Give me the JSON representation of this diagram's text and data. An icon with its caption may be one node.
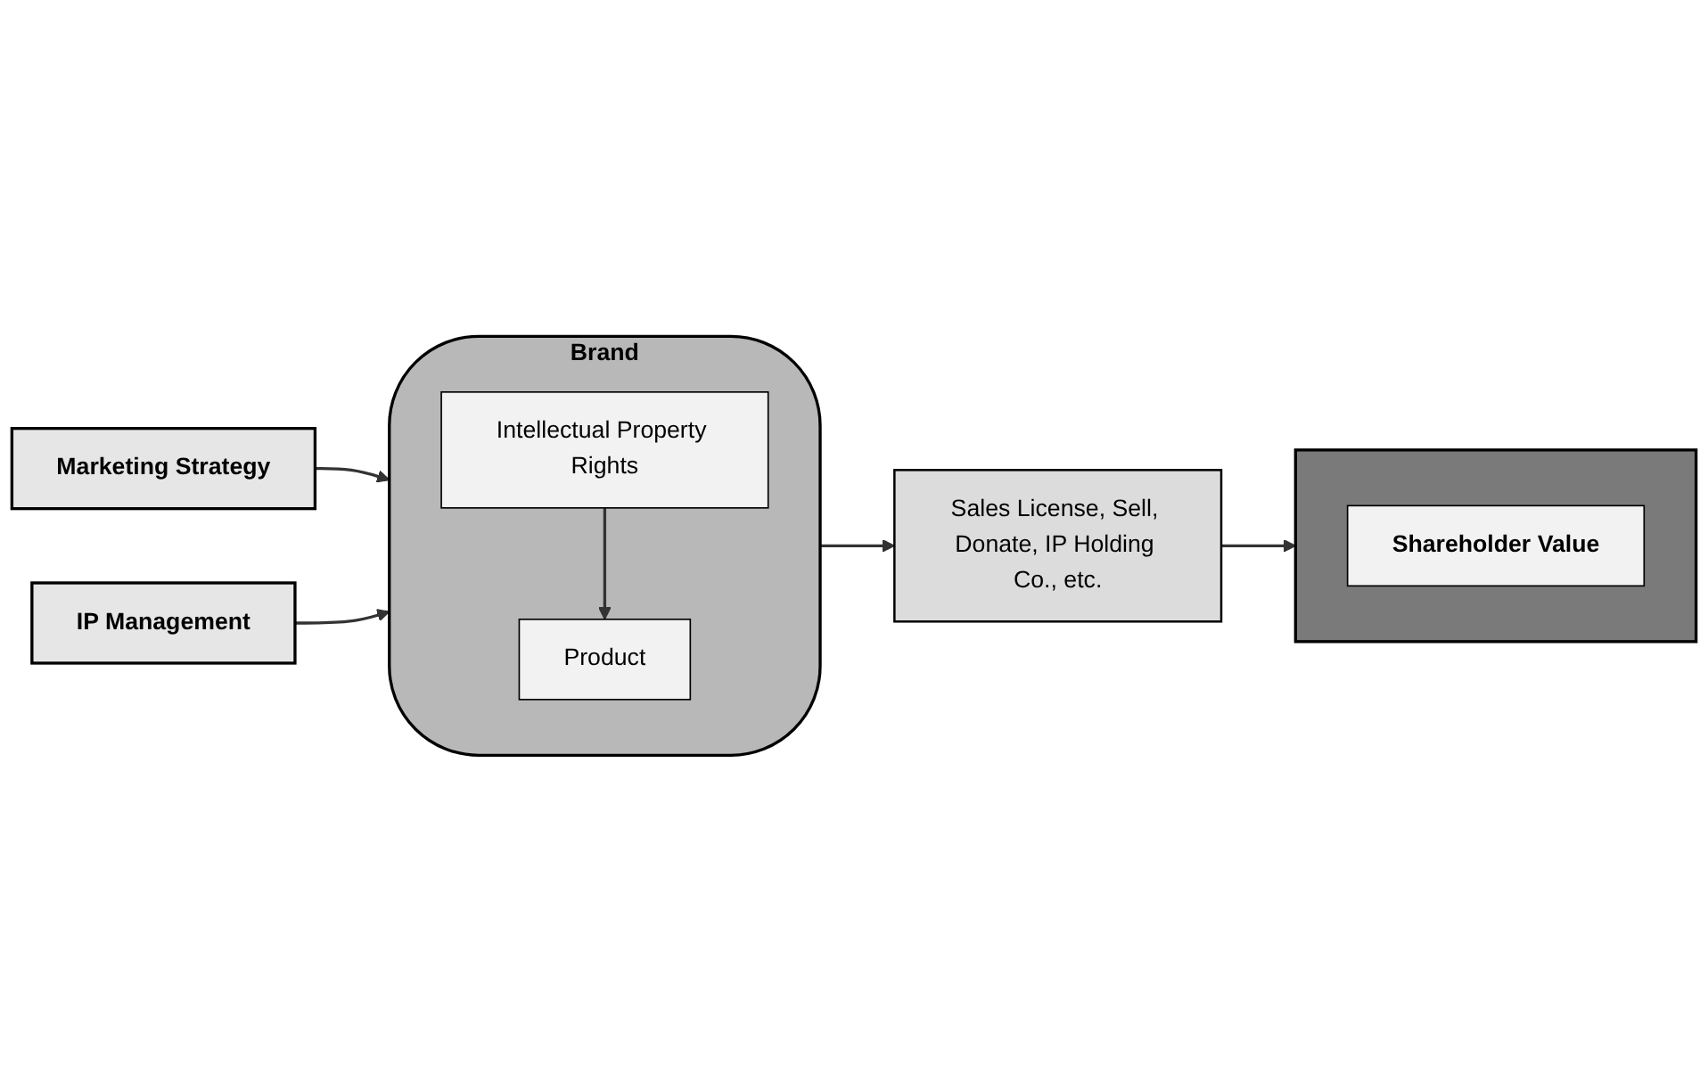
{
  "diagram": {
    "nodes": [
      {
        "text": [
          "Marketing Strategy"
        ]
      },
      {
        "text": [
          "Brand"
        ]
      },
      {
        "text": [
          "Product"
        ],
        "in": 1
      },
      {
        "text": [
          "Intellectual Property Rights"
        ],
        "in": 1
      },
      {
        "text": [
          "IP Management"
        ]
      },
      {
        "text": [
          "Sales License, Sell, Donate, IP Holding Co., etc."
        ]
      },
      {
        "text": [],
        "shape": "box"
      },
      {
        "text": [
          "Shareholder Value"
        ],
        "in": 6
      }
    ],
    "edges": [
      {
        "from": 0,
        "to": 1,
        "arrow": "to"
      },
      {
        "from": 3,
        "to": 2,
        "arrow": "to"
      },
      {
        "from": 4,
        "to": 1,
        "arrow": "to"
      },
      {
        "from": 1,
        "to": 5,
        "arrow": "to"
      },
      {
        "from": 5,
        "to": 6,
        "arrow": "to"
      }
    ]
  }
}
